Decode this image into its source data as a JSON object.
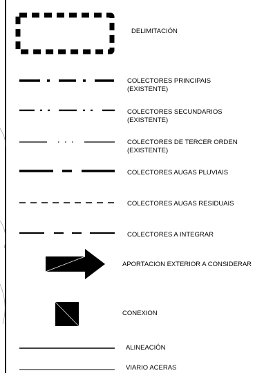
{
  "legend": {
    "items": [
      {
        "id": "delimitacion",
        "label": "DELIMITACIÓN",
        "label2": ""
      },
      {
        "id": "colectores-principais",
        "label": "COLECTORES PRINCIPAIS",
        "label2": "(EXISTENTE)"
      },
      {
        "id": "colectores-secundarios",
        "label": "COLECTORES SECUNDARIOS",
        "label2": "(EXISTENTE)"
      },
      {
        "id": "colectores-tercer-orden",
        "label": "COLECTORES DE TERCER ORDEN",
        "label2": "(EXISTENTE)"
      },
      {
        "id": "colectores-augas-pluviais",
        "label": "COLECTORES AUGAS PLUVIAIS",
        "label2": ""
      },
      {
        "id": "colectores-augas-residuais",
        "label": "COLECTORES AUGAS RESIDUAIS",
        "label2": ""
      },
      {
        "id": "colectores-a-integrar",
        "label": "COLECTORES A INTEGRAR",
        "label2": ""
      },
      {
        "id": "aportacion-exterior",
        "label": "APORTACION EXTERIOR A CONSIDERAR",
        "label2": ""
      },
      {
        "id": "conexion",
        "label": "CONEXION",
        "label2": ""
      },
      {
        "id": "alineacion",
        "label": "ALINEACIÓN",
        "label2": ""
      },
      {
        "id": "viario-aceras",
        "label": "VIARIO ACERAS",
        "label2": ""
      }
    ]
  },
  "colors": {
    "ink": "#000000",
    "background": "#ffffff"
  }
}
